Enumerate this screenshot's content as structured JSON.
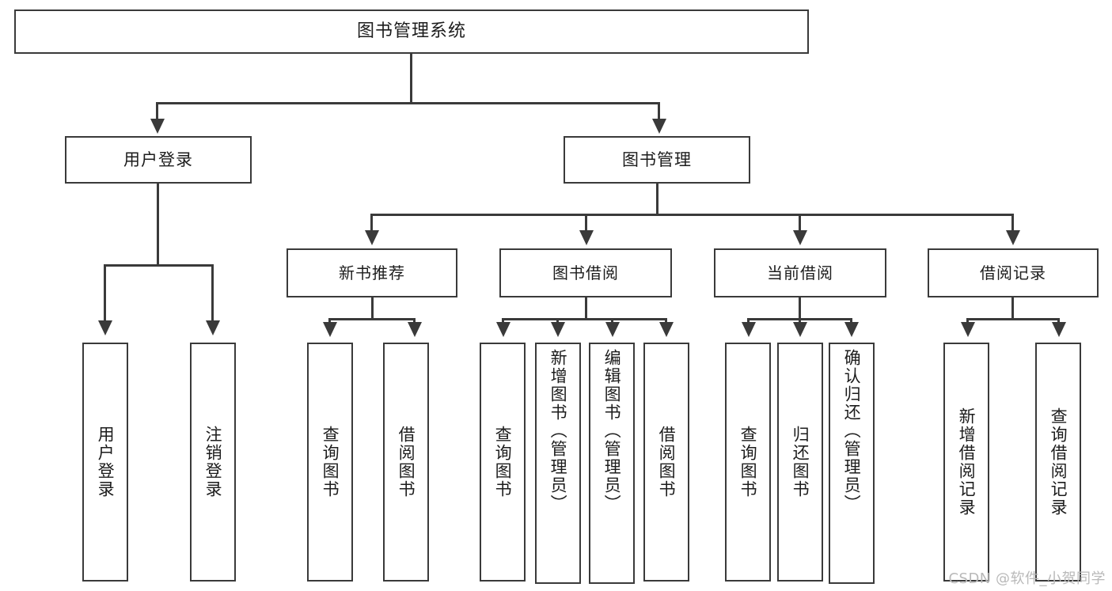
{
  "diagram": {
    "title": "图书管理系统",
    "type": "tree",
    "watermark": "CSDN @软件_小贺同学",
    "colors": {
      "stroke": "#3a3a3a",
      "fill": "#ffffff",
      "text": "#1c1c1c",
      "watermark": "#b9b9b9"
    },
    "root": {
      "label": "图书管理系统"
    },
    "level1": [
      {
        "label": "用户登录"
      },
      {
        "label": "图书管理"
      }
    ],
    "level2": [
      {
        "label": "新书推荐"
      },
      {
        "label": "图书借阅"
      },
      {
        "label": "当前借阅"
      },
      {
        "label": "借阅记录"
      }
    ],
    "leaves": {
      "user_login": [
        {
          "label": "用户登录"
        },
        {
          "label": "注销登录"
        }
      ],
      "new_book_recommend": [
        {
          "label": "查询图书"
        },
        {
          "label": "借阅图书"
        }
      ],
      "book_borrow": [
        {
          "label": "查询图书"
        },
        {
          "label": "新增图书（管理员）"
        },
        {
          "label": "编辑图书（管理员）"
        },
        {
          "label": "借阅图书"
        }
      ],
      "current_borrow": [
        {
          "label": "查询图书"
        },
        {
          "label": "归还图书"
        },
        {
          "label": "确认归还（管理员）"
        }
      ],
      "borrow_record": [
        {
          "label": "新增借阅记录"
        },
        {
          "label": "查询借阅记录"
        }
      ]
    }
  }
}
